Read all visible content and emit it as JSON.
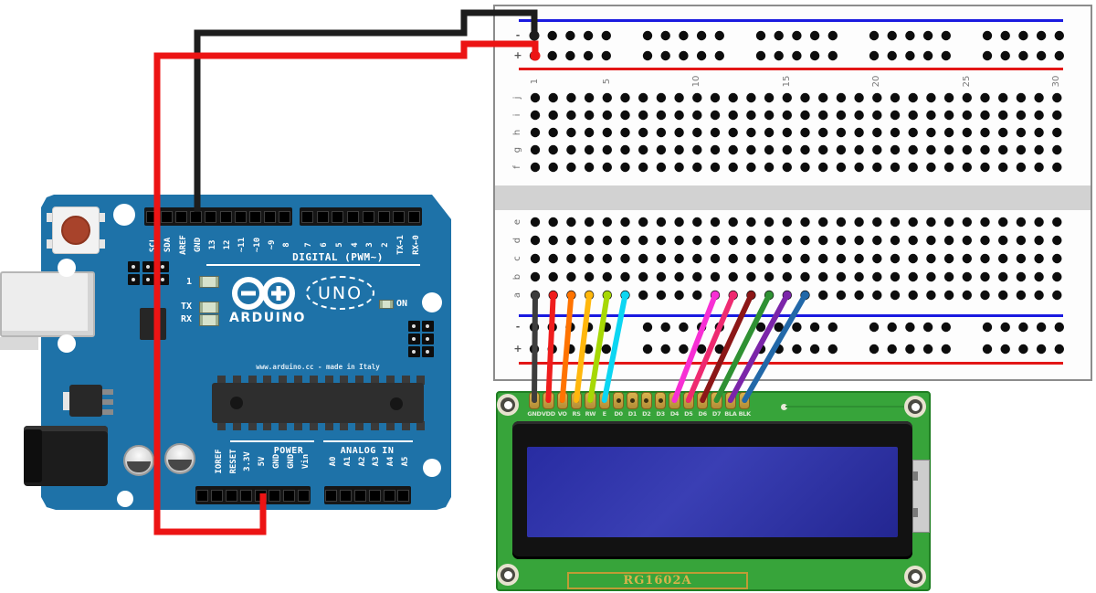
{
  "arduino": {
    "board_color": "#1e72a8",
    "top_pin_labels_left": [
      "SCL",
      "SDA",
      "AREF",
      "GND",
      "13",
      "12",
      "~11",
      "~10",
      "~9",
      "8"
    ],
    "top_pin_labels_right": [
      "7",
      "6",
      "5",
      "4",
      "3",
      "2",
      "TX→1",
      "RX←0"
    ],
    "digital_label": "DIGITAL (PWM~)",
    "led_1_label": "1",
    "tx_label": "TX",
    "rx_label": "RX",
    "on_label": "ON",
    "brand_text": "ARDUINO",
    "model_text": "UNO",
    "url_text": "www.arduino.cc - made in Italy",
    "power_pin_labels": [
      "IOREF",
      "RESET",
      "3.3V",
      "5V",
      "GND",
      "GND",
      "Vin"
    ],
    "power_section_label": "POWER",
    "analog_pin_labels": [
      "A0",
      "A1",
      "A2",
      "A3",
      "A4",
      "A5"
    ],
    "analog_section_label": "ANALOG IN"
  },
  "breadboard": {
    "column_count": 30,
    "numbered_columns": [
      1,
      5,
      10,
      15,
      20,
      25,
      30
    ],
    "row_letters_top": [
      "j",
      "i",
      "h",
      "g",
      "f"
    ],
    "row_letters_bottom": [
      "e",
      "d",
      "c",
      "b",
      "a"
    ],
    "rail_minus_label": "-",
    "rail_plus_label": "+",
    "minus_line_color": "#1a1ae0",
    "plus_line_color": "#e31616"
  },
  "lcd": {
    "pin_labels": [
      "GND",
      "VDD",
      "VO",
      "RS",
      "RW",
      "E",
      "D0",
      "D1",
      "D2",
      "D3",
      "D4",
      "D5",
      "D6",
      "D7",
      "BLA",
      "BLK"
    ],
    "model_text": "RG1602A",
    "board_color": "#37a43a",
    "screen_color": "#2b2f9f",
    "pad_color": "#c9a23f"
  },
  "wires": {
    "power": [
      {
        "name": "arduino-gnd-to-breadboard-minus",
        "color": "#1d1d1d",
        "from": "Arduino GND",
        "to": "breadboard - rail"
      },
      {
        "name": "arduino-5v-to-breadboard-plus",
        "color": "#ec1414",
        "from": "Arduino 5V",
        "to": "breadboard + rail"
      }
    ],
    "signal": [
      {
        "lcd_pin": "GND",
        "breadboard_column": 1,
        "breadboard_row": "a",
        "color": "#3d3d3d"
      },
      {
        "lcd_pin": "VDD",
        "breadboard_column": 2,
        "breadboard_row": "a",
        "color": "#ef1d1d"
      },
      {
        "lcd_pin": "VO",
        "breadboard_column": 3,
        "breadboard_row": "a",
        "color": "#ff7300"
      },
      {
        "lcd_pin": "RS",
        "breadboard_column": 4,
        "breadboard_row": "a",
        "color": "#ffb70c"
      },
      {
        "lcd_pin": "RW",
        "breadboard_column": 5,
        "breadboard_row": "a",
        "color": "#a6d804"
      },
      {
        "lcd_pin": "E",
        "breadboard_column": 6,
        "breadboard_row": "a",
        "color": "#0cd6f2"
      },
      {
        "lcd_pin": "D4",
        "breadboard_column": 11,
        "breadboard_row": "a",
        "color": "#f72fd4"
      },
      {
        "lcd_pin": "D5",
        "breadboard_column": 12,
        "breadboard_row": "a",
        "color": "#ee2a70"
      },
      {
        "lcd_pin": "D6",
        "breadboard_column": 13,
        "breadboard_row": "a",
        "color": "#8c1717"
      },
      {
        "lcd_pin": "D7",
        "breadboard_column": 14,
        "breadboard_row": "a",
        "color": "#2f9133"
      },
      {
        "lcd_pin": "BLA",
        "breadboard_column": 15,
        "breadboard_row": "a",
        "color": "#7b25a9"
      },
      {
        "lcd_pin": "BLK",
        "breadboard_column": 16,
        "breadboard_row": "a",
        "color": "#2268a8"
      }
    ]
  }
}
